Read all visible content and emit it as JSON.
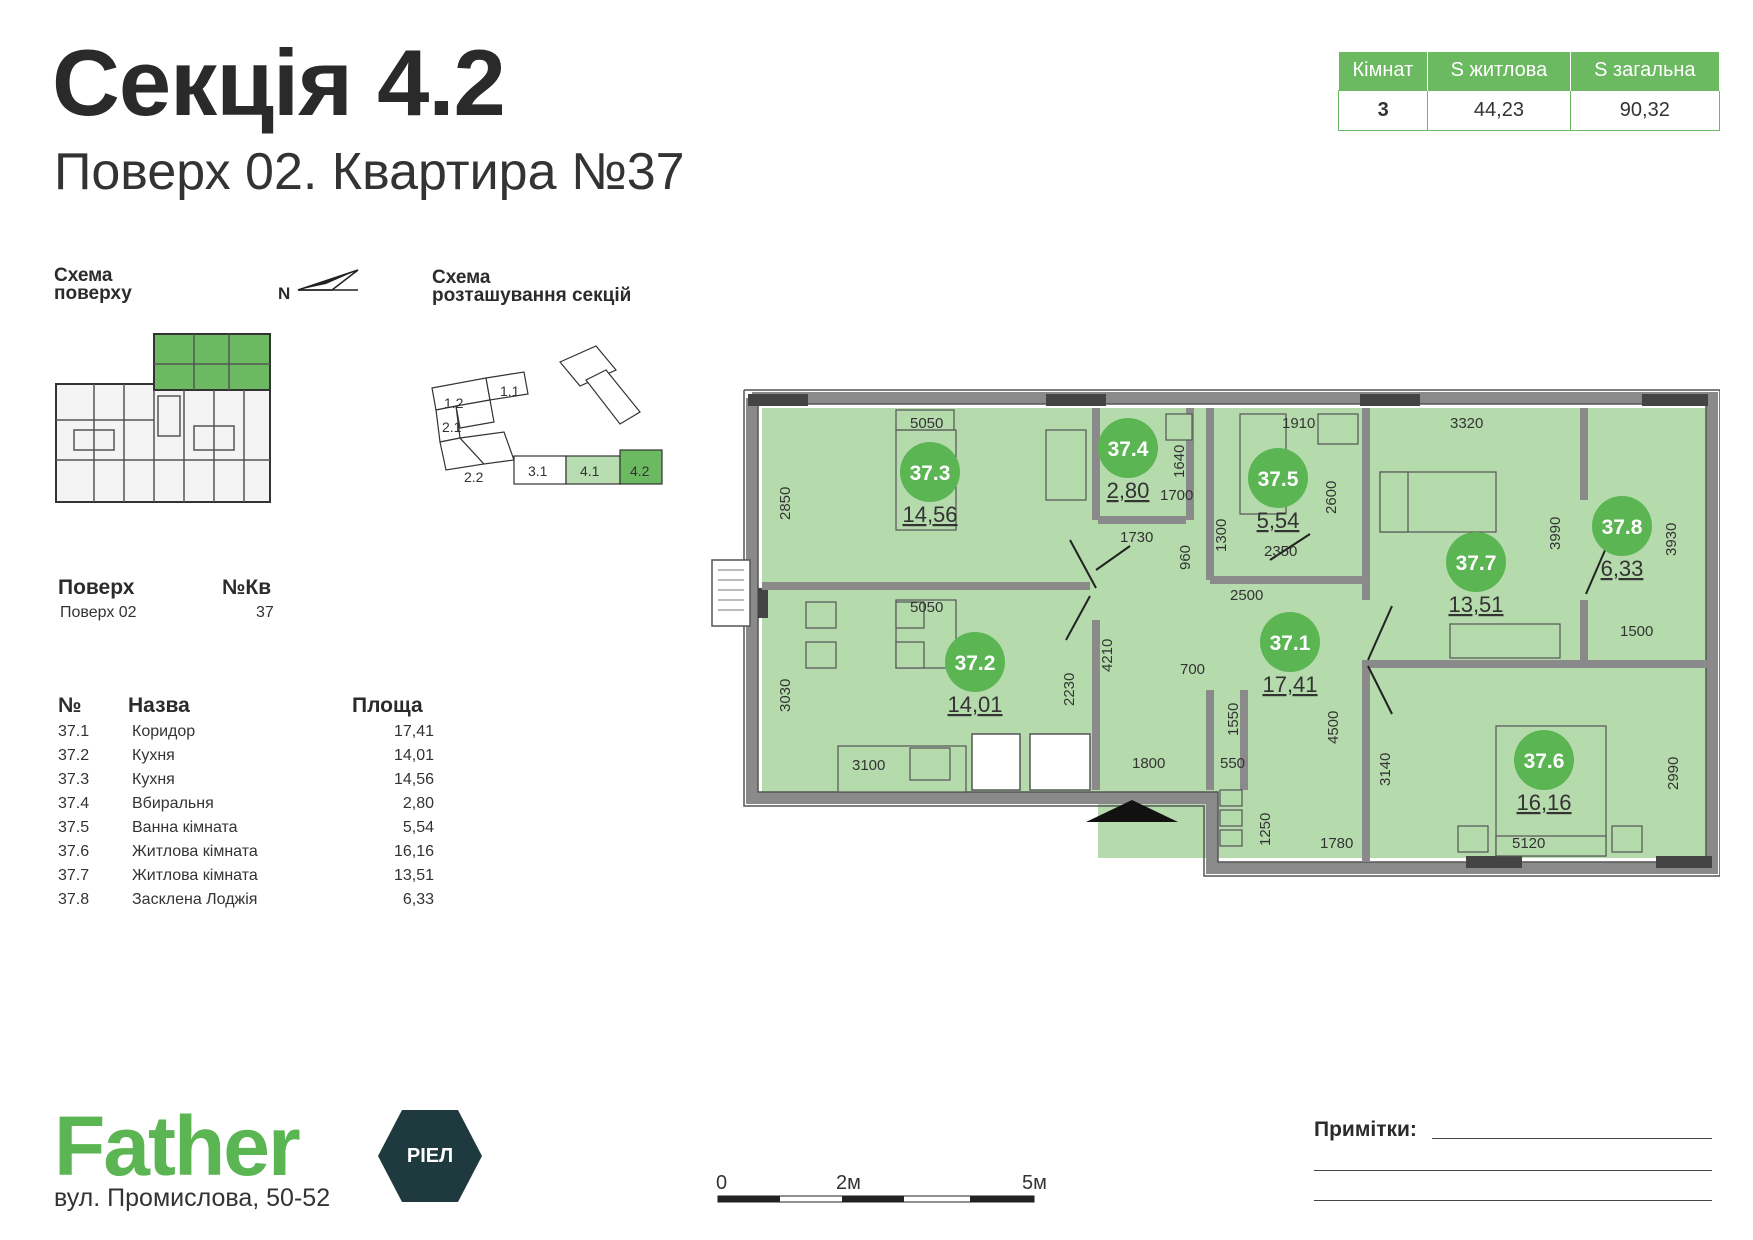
{
  "header": {
    "section_title": "Секція 4.2",
    "floor_apartment": "Поверх 02. Квартира №37"
  },
  "summary": {
    "headers": [
      "Кімнат",
      "S житлова",
      "S загальна"
    ],
    "values": [
      "3",
      "44,23",
      "90,32"
    ]
  },
  "floor_scheme": {
    "label_line1": "Схема",
    "label_line2": "поверху",
    "north": "N"
  },
  "section_scheme": {
    "label_line1": "Схема",
    "label_line2": "розташування секцій",
    "sections": [
      "1.1",
      "1.2",
      "2.1",
      "2.2",
      "3.1",
      "4.1",
      "4.2"
    ]
  },
  "apartment": {
    "floor_label": "Поверх",
    "floor_value": "Поверх 02",
    "number_label": "№Кв",
    "number_value": "37"
  },
  "rooms": {
    "headers": [
      "№",
      "Назва",
      "Площа"
    ],
    "rows": [
      {
        "num": "37.1",
        "name": "Коридор",
        "area": "17,41"
      },
      {
        "num": "37.2",
        "name": "Кухня",
        "area": "14,01"
      },
      {
        "num": "37.3",
        "name": "Кухня",
        "area": "14,56"
      },
      {
        "num": "37.4",
        "name": "Вбиральня",
        "area": "2,80"
      },
      {
        "num": "37.5",
        "name": "Ванна кімната",
        "area": "5,54"
      },
      {
        "num": "37.6",
        "name": "Житлова кімната",
        "area": "16,16"
      },
      {
        "num": "37.7",
        "name": "Житлова кімната",
        "area": "13,51"
      },
      {
        "num": "37.8",
        "name": "Засклена Лоджія",
        "area": "6,33"
      }
    ]
  },
  "plan": {
    "room_labels": [
      {
        "id": "37.1",
        "area": "17,41"
      },
      {
        "id": "37.2",
        "area": "14,01"
      },
      {
        "id": "37.3",
        "area": "14,56"
      },
      {
        "id": "37.4",
        "area": "2,80"
      },
      {
        "id": "37.5",
        "area": "5,54"
      },
      {
        "id": "37.6",
        "area": "16,16"
      },
      {
        "id": "37.7",
        "area": "13,51"
      },
      {
        "id": "37.8",
        "area": "6,33"
      }
    ],
    "dimensions": [
      "5050",
      "2850",
      "1640",
      "1700",
      "1730",
      "1910",
      "2600",
      "1300",
      "2350",
      "960",
      "3320",
      "3990",
      "3930",
      "2500",
      "1500",
      "5050",
      "3030",
      "2230",
      "4210",
      "700",
      "1550",
      "4500",
      "3140",
      "2990",
      "3100",
      "1800",
      "550",
      "1250",
      "1780",
      "5120"
    ]
  },
  "brand": {
    "name": "Father",
    "address": "вул. Промислова, 50-52",
    "badge": "РІЕЛ"
  },
  "notes": {
    "label": "Примітки:"
  },
  "scale": {
    "labels": [
      "0",
      "2м",
      "5м"
    ]
  }
}
